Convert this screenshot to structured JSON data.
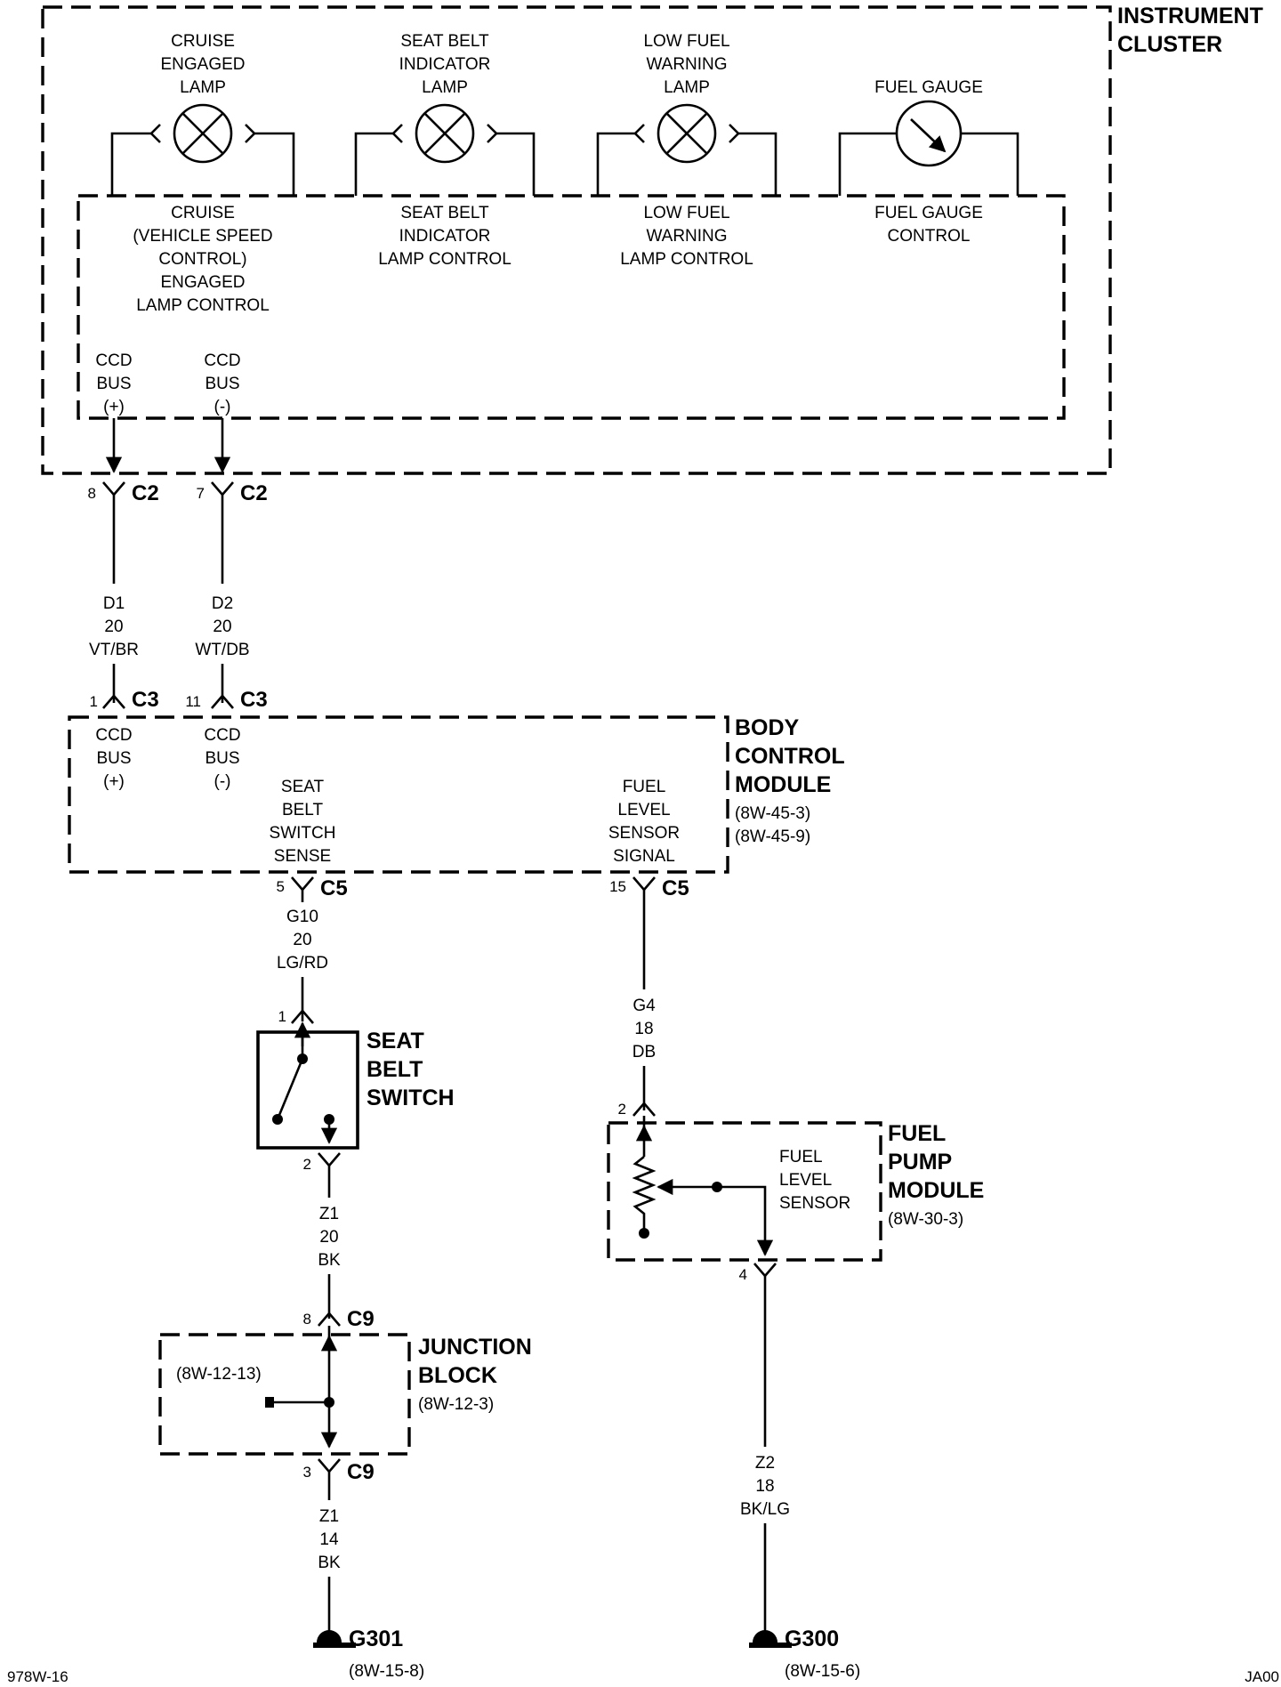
{
  "instrument_cluster": {
    "label": [
      "INSTRUMENT",
      "CLUSTER"
    ],
    "lamps": [
      {
        "label": [
          "CRUISE",
          "ENGAGED",
          "LAMP"
        ]
      },
      {
        "label": [
          "SEAT BELT",
          "INDICATOR",
          "LAMP"
        ]
      },
      {
        "label": [
          "LOW FUEL",
          "WARNING",
          "LAMP"
        ]
      },
      {
        "label": [
          "FUEL GAUGE"
        ]
      }
    ],
    "controls": [
      {
        "label": [
          "CRUISE",
          "(VEHICLE SPEED",
          "CONTROL)",
          "ENGAGED",
          "LAMP CONTROL"
        ]
      },
      {
        "label": [
          "SEAT BELT",
          "INDICATOR",
          "LAMP CONTROL"
        ]
      },
      {
        "label": [
          "LOW FUEL",
          "WARNING",
          "LAMP CONTROL"
        ]
      },
      {
        "label": [
          "FUEL GAUGE",
          "CONTROL"
        ]
      }
    ],
    "bus_plus": [
      "CCD",
      "BUS",
      "(+)"
    ],
    "bus_minus": [
      "CCD",
      "BUS",
      "(-)"
    ]
  },
  "connectors": {
    "c2_a": {
      "pin": "8",
      "name": "C2"
    },
    "c2_b": {
      "pin": "7",
      "name": "C2"
    },
    "c3_a": {
      "pin": "1",
      "name": "C3"
    },
    "c3_b": {
      "pin": "11",
      "name": "C3"
    },
    "c5_a": {
      "pin": "5",
      "name": "C5"
    },
    "c5_b": {
      "pin": "15",
      "name": "C5"
    },
    "switch_in": {
      "pin": "1"
    },
    "switch_out": {
      "pin": "2"
    },
    "sensor_in": {
      "pin": "2"
    },
    "sensor_out": {
      "pin": "4"
    },
    "c9_a": {
      "pin": "8",
      "name": "C9"
    },
    "c9_b": {
      "pin": "3",
      "name": "C9"
    }
  },
  "wires": {
    "d1": [
      "D1",
      "20",
      "VT/BR"
    ],
    "d2": [
      "D2",
      "20",
      "WT/DB"
    ],
    "g10": [
      "G10",
      "20",
      "LG/RD"
    ],
    "g4": [
      "G4",
      "18",
      "DB"
    ],
    "z1_upper": [
      "Z1",
      "20",
      "BK"
    ],
    "z1_lower": [
      "Z1",
      "14",
      "BK"
    ],
    "z2": [
      "Z2",
      "18",
      "BK/LG"
    ]
  },
  "body_control_module": {
    "label": [
      "BODY",
      "CONTROL",
      "MODULE"
    ],
    "refs": [
      "(8W-45-3)",
      "(8W-45-9)"
    ],
    "bus_plus": [
      "CCD",
      "BUS",
      "(+)"
    ],
    "bus_minus": [
      "CCD",
      "BUS",
      "(-)"
    ],
    "seat_belt_sense": [
      "SEAT",
      "BELT",
      "SWITCH",
      "SENSE"
    ],
    "fuel_signal": [
      "FUEL",
      "LEVEL",
      "SENSOR",
      "SIGNAL"
    ]
  },
  "seat_belt_switch": {
    "label": [
      "SEAT",
      "BELT",
      "SWITCH"
    ]
  },
  "fuel_pump_module": {
    "label": [
      "FUEL",
      "PUMP",
      "MODULE"
    ],
    "ref": "(8W-30-3)",
    "sensor_label": [
      "FUEL",
      "LEVEL",
      "SENSOR"
    ]
  },
  "junction_block": {
    "label": [
      "JUNCTION",
      "BLOCK"
    ],
    "ref": "(8W-12-3)",
    "inner_ref": "(8W-12-13)"
  },
  "grounds": {
    "g301": {
      "name": "G301",
      "ref": "(8W-15-8)"
    },
    "g300": {
      "name": "G300",
      "ref": "(8W-15-6)"
    }
  },
  "footer": {
    "left": "978W-16",
    "right": "JA00"
  }
}
